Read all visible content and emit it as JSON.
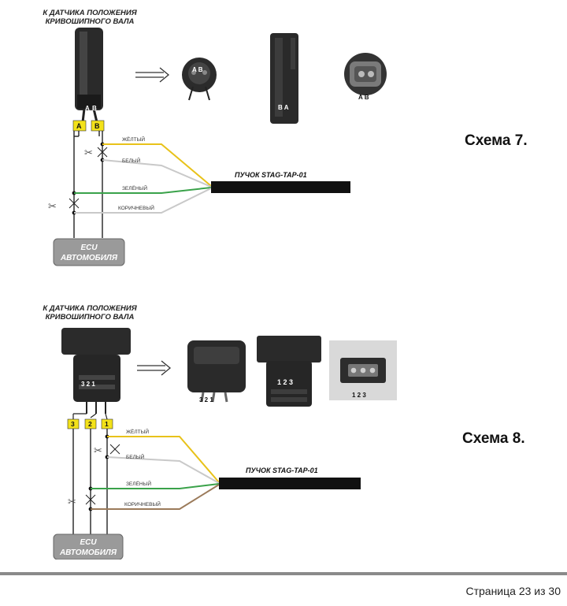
{
  "diagram_7": {
    "sensor_label_line1": "К ДАТЧИКА ПОЛОЖЕНИЯ",
    "sensor_label_line2": "КРИВОШИПНОГО ВАЛА",
    "pin_a": "A",
    "pin_b": "B",
    "connector_front_pins": "A B",
    "connector_side_pins": "B A",
    "connector_socket_pins": "A B",
    "wire_yellow": "ЖЁЛТЫЙ",
    "wire_white": "БЕЛЫЙ",
    "wire_green": "ЗЕЛЁНЫЙ",
    "wire_brown": "КОРИЧНЕВЫЙ",
    "harness": "ПУЧОК STAG-TAP-01",
    "ecu_line1": "ECU",
    "ecu_line2": "АВТОМОБИЛЯ",
    "title": "Схема 7."
  },
  "diagram_8": {
    "sensor_label_line1": "К ДАТЧИКА ПОЛОЖЕНИЯ",
    "sensor_label_line2": "КРИВОШИПНОГО ВАЛА",
    "pin_3": "3",
    "pin_2": "2",
    "pin_1": "1",
    "sensor_pins": "3 2 1",
    "plug_pins": "3 2 1",
    "connector_pins": "1 2 3",
    "socket_pins": "1 2 3",
    "wire_yellow": "ЖЁЛТЫЙ",
    "wire_white": "БЕЛЫЙ",
    "wire_green": "ЗЕЛЁНЫЙ",
    "wire_brown": "КОРИЧНЕВЫЙ",
    "harness": "ПУЧОК STAG-TAP-01",
    "ecu_line1": "ECU",
    "ecu_line2": "АВТОМОБИЛЯ",
    "title": "Схема 8."
  },
  "footer": {
    "page_text": "Страница 23  из  30"
  },
  "colors": {
    "yellow_wire": "#e8c21a",
    "white_wire": "#c9c9c9",
    "green_wire": "#3aa24a",
    "brown_wire": "#9b7a5a",
    "harness": "#111111",
    "pin_label_bg": "#f3e21a",
    "ecu_box": "#9a9a9a"
  }
}
